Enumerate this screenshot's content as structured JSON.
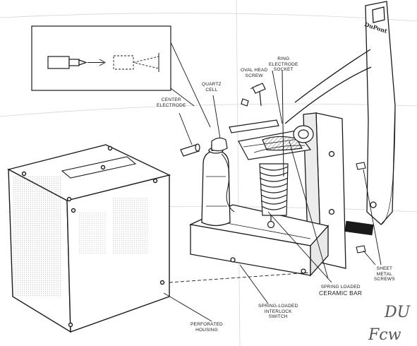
{
  "labels": {
    "ring_electrode_socket": [
      "RING",
      "ELECTRODE",
      "SOCKET"
    ],
    "oval_head_screw": [
      "OVAL HEAD",
      "SCREW"
    ],
    "quartz_cell": [
      "QUARTZ",
      "CELL"
    ],
    "center_electrode": [
      "CENTER",
      "ELECTRODE"
    ],
    "sheet_metal_screws": [
      "SHEET",
      "METAL",
      "SCREWS"
    ],
    "spring_loaded_ceramic_bar": [
      "SPRING LOADED",
      "CERAMIC BAR"
    ],
    "spring_loaded_interlock_switch": [
      "SPRING-LOADED",
      "INTERLOCK",
      "SWITCH"
    ],
    "perforated_housing": [
      "PERFORATED",
      "HOUSING"
    ]
  },
  "bracket_logo": "DuPont",
  "handwriting": {
    "line1": "DU",
    "line2": "Fcw"
  },
  "colors": {
    "ink": "#1a1a1a",
    "paper": "#ffffff",
    "shade": "#9a9a9a"
  }
}
